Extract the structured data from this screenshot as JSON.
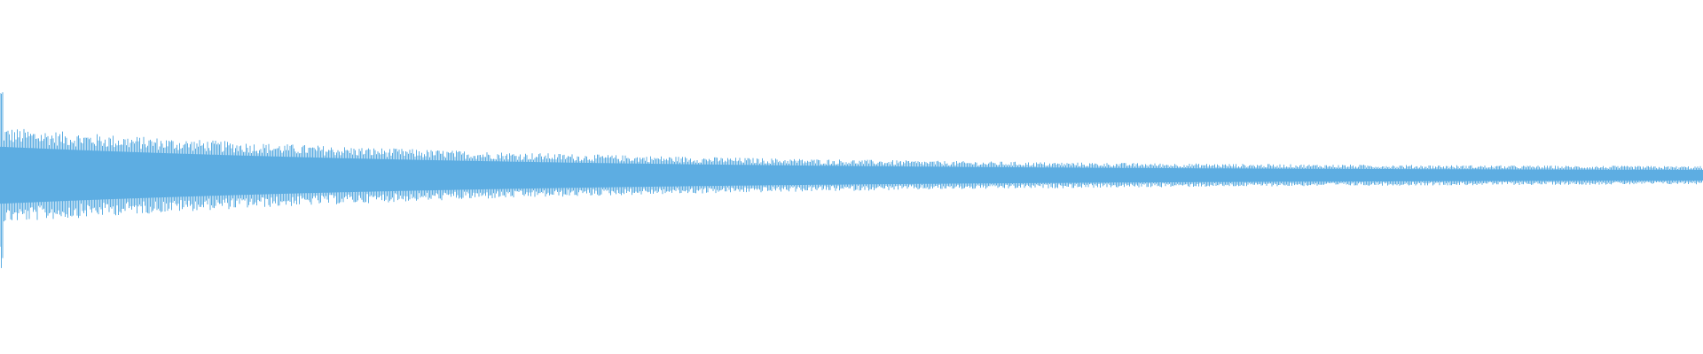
{
  "waveform": {
    "color": "#5dade2",
    "background": "#ffffff",
    "envelope": {
      "start_amplitude": 0.26,
      "peak_amplitude": 0.5,
      "end_amplitude": 0.04,
      "decay": "exponential"
    }
  }
}
